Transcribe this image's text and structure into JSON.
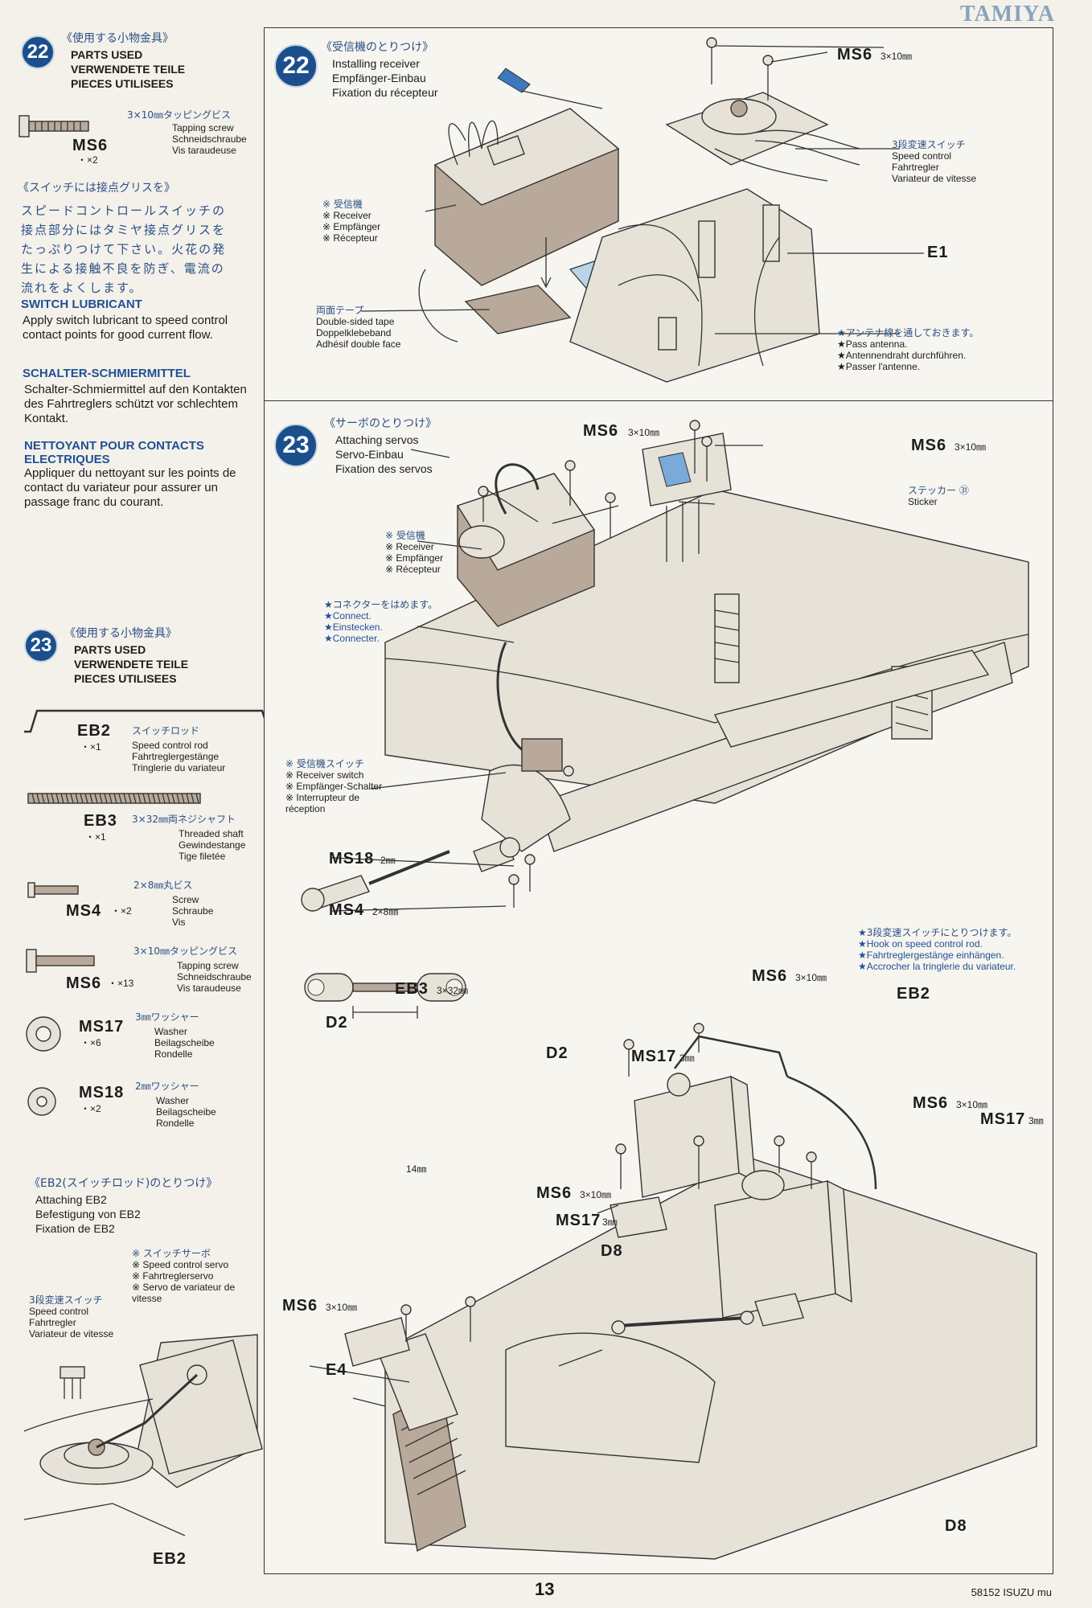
{
  "brand": "TAMIYA",
  "page_number": "13",
  "footer": "58152 ISUZU mu",
  "left": {
    "step22": {
      "num": "22",
      "jp_title": "《使用する小物金具》",
      "lines": [
        "PARTS USED",
        "VERWENDETE TEILE",
        "PIECES UTILISEES"
      ],
      "part": {
        "code": "MS6",
        "qty": "・×2",
        "size": "3×10㎜タッピングビス",
        "desc": [
          "Tapping screw",
          "Schneidschraube",
          "Vis taraudeuse"
        ]
      }
    },
    "switch": {
      "jp_title": "《スイッチには接点グリスを》",
      "jp_lines": [
        "スピードコントロールスイッチの",
        "接点部分にはタミヤ接点グリスを",
        "たっぷりつけて下さい。火花の発",
        "生による接触不良を防ぎ、電流の",
        "流れをよくします。"
      ],
      "en_title": "SWITCH LUBRICANT",
      "en_text": "Apply switch lubricant to speed control contact points for good current flow.",
      "de_title": "SCHALTER-SCHMIERMITTEL",
      "de_text": "Schalter-Schmiermittel auf den Kontakten des Fahrtreglers schützt vor schlechtem Kontakt.",
      "fr_title": "NETTOYANT POUR CONTACTS ELECTRIQUES",
      "fr_text": "Appliquer du nettoyant sur les points de contact du variateur pour assurer un passage franc du courant."
    },
    "step23": {
      "num": "23",
      "jp_title": "《使用する小物金具》",
      "lines": [
        "PARTS USED",
        "VERWENDETE TEILE",
        "PIECES UTILISEES"
      ],
      "parts": [
        {
          "code": "EB2",
          "qty": "・×1",
          "jp": "スイッチロッド",
          "desc": [
            "Speed control rod",
            "Fahrtreglergestänge",
            "Tringlerie du variateur"
          ]
        },
        {
          "code": "EB3",
          "qty": "・×1",
          "jp": "3×32㎜両ネジシャフト",
          "desc": [
            "Threaded shaft",
            "Gewindestange",
            "Tige filetée"
          ]
        },
        {
          "code": "MS4",
          "qty": "・×2",
          "jp": "2×8㎜丸ビス",
          "desc": [
            "Screw",
            "Schraube",
            "Vis"
          ]
        },
        {
          "code": "MS6",
          "qty": "・×13",
          "jp": "3×10㎜タッピングビス",
          "desc": [
            "Tapping screw",
            "Schneidschraube",
            "Vis taraudeuse"
          ]
        },
        {
          "code": "MS17",
          "qty": "・×6",
          "jp": "3㎜ワッシャー",
          "desc": [
            "Washer",
            "Beilagscheibe",
            "Rondelle"
          ]
        },
        {
          "code": "MS18",
          "qty": "・×2",
          "jp": "2㎜ワッシャー",
          "desc": [
            "Washer",
            "Beilagscheibe",
            "Rondelle"
          ]
        }
      ]
    },
    "eb2": {
      "jp_title": "《EB2(スイッチロッド)のとりつけ》",
      "lines": [
        "Attaching EB2",
        "Befestigung von EB2",
        "Fixation de EB2"
      ],
      "servo_label": [
        "※ スイッチサーボ",
        "※ Speed control servo",
        "※ Fahrtreglerservo",
        "※ Servo de variateur de vitesse"
      ],
      "switch_label": [
        "3段変速スイッチ",
        "Speed control",
        "Fahrtregler",
        "Variateur de vitesse"
      ],
      "bottom_label": "EB2"
    }
  },
  "panel22": {
    "num": "22",
    "jp_title": "《受信機のとりつけ》",
    "lines": [
      "Installing receiver",
      "Empfänger-Einbau",
      "Fixation du récepteur"
    ],
    "ms6": "MS6",
    "ms6_size": "3×10㎜",
    "receiver": [
      "※ 受信機",
      "※ Receiver",
      "※ Empfänger",
      "※ Récepteur"
    ],
    "tape": [
      "両面テープ",
      "Double-sided tape",
      "Doppelklebeband",
      "Adhésif double face"
    ],
    "switch": [
      "3段変速スイッチ",
      "Speed control",
      "Fahrtregler",
      "Variateur de vitesse"
    ],
    "e1": "E1",
    "antenna": [
      "★アンテナ線を通しておきます。",
      "★Pass antenna.",
      "★Antennendraht durchführen.",
      "★Passer l'antenne."
    ]
  },
  "panel23": {
    "num": "23",
    "jp_title": "《サーボのとりつけ》",
    "lines": [
      "Attaching servos",
      "Servo-Einbau",
      "Fixation des servos"
    ],
    "ms6_a": "MS6",
    "ms6_a_size": "3×10㎜",
    "ms6_b": "MS6",
    "ms6_b_size": "3×10㎜",
    "sticker": [
      "ステッカー ㉛",
      "Sticker"
    ],
    "receiver": [
      "※ 受信機",
      "※ Receiver",
      "※ Empfänger",
      "※ Récepteur"
    ],
    "connect": [
      "★コネクターをはめます。",
      "★Connect.",
      "★Einstecken.",
      "★Connecter."
    ],
    "rswitch": [
      "※ 受信機スイッチ",
      "※ Receiver switch",
      "※ Empfänger-Schalter",
      "※ Interrupteur de réception"
    ],
    "ms18": "MS18",
    "ms18_size": "2㎜",
    "ms4": "MS4",
    "ms4_size": "2×8㎜",
    "hook": [
      "★3段変速スイッチにとりつけます。",
      "★Hook on speed control rod.",
      "★Fahrtreglergestänge einhängen.",
      "★Accrocher la tringlerie du variateur."
    ],
    "eb3": "EB3",
    "eb3_size": "3×32㎜",
    "d2a": "D2",
    "d2b": "D2",
    "len": "14㎜",
    "ms6_c": "MS6",
    "ms6_c_size": "3×10㎜",
    "eb2": "EB2",
    "ms17_a": "MS17",
    "ms17_a_size": "3㎜",
    "ms6_d": "MS6",
    "ms6_d_size": "3×10㎜",
    "ms17_b": "MS17",
    "ms17_b_size": "3㎜",
    "ms6_e": "MS6",
    "ms6_e_size": "3×10㎜",
    "ms17_c": "MS17",
    "ms17_c_size": "3㎜",
    "d8a": "D8",
    "ms6_f": "MS6",
    "ms6_f_size": "3×10㎜",
    "e4": "E4",
    "d8b": "D8"
  }
}
